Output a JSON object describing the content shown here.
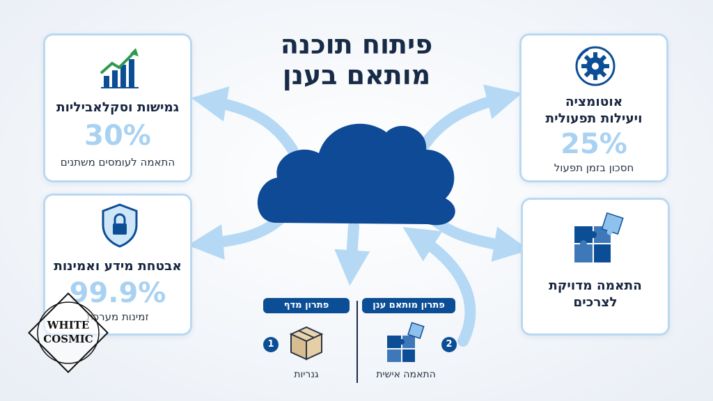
{
  "title": {
    "line1": "פיתוח תוכנה",
    "line2": "מותאם בענן"
  },
  "cards": {
    "scalability": {
      "heading": "גמישות וסקלאביליות",
      "value": "30%",
      "caption": "התאמה לעומסים משתנים"
    },
    "automation": {
      "heading_line1": "אוטומציה",
      "heading_line2": "ויעילות תפעולית",
      "value": "25%",
      "caption": "חסכון בזמן תפעול"
    },
    "security": {
      "heading": "אבטחת מידע ואמינות",
      "value": "99.9%",
      "caption": "זמינות מערכת"
    },
    "fit": {
      "heading_line1": "התאמה מדויקת",
      "heading_line2": "לצרכים"
    }
  },
  "comparison": {
    "off_shelf": {
      "tag": "פתרון מדף",
      "number": "1",
      "caption": "גנריות"
    },
    "custom_cloud": {
      "tag": "פתרון מותאם ענן",
      "number": "2",
      "caption": "התאמה אישית"
    }
  },
  "watermark": {
    "line1": "WHITE",
    "line2": "COSMIC"
  },
  "colors": {
    "navy": "#0c4e95",
    "cloud": "#0f4a96",
    "arrow": "#b5d9f4",
    "card_border": "#b9d8f2",
    "percent": "#a9d2f2",
    "text": "#172a46"
  },
  "icons": {
    "scalability": "bar-chart-growth-icon",
    "automation": "gear-icon",
    "security": "shield-lock-icon",
    "fit": "puzzle-icon",
    "off_shelf": "box-icon",
    "custom_cloud": "puzzle-icon"
  }
}
